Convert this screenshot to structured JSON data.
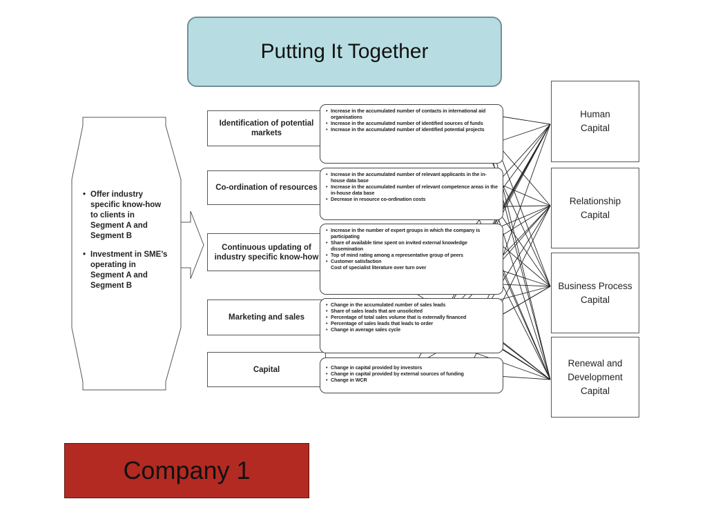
{
  "title": "Putting It Together",
  "company_label": "Company 1",
  "left_panel": {
    "bullets": [
      "Offer industry specific know-how to clients in Segment A and Segment B",
      "Investment in SME’s operating in Segment A and Segment B"
    ]
  },
  "activities": [
    "Identification of potential markets",
    "Co-ordination of resources",
    "Continuous updating of industry specific know-how",
    "Marketing and sales",
    "Capital"
  ],
  "indicator_groups": [
    {
      "items": [
        "Increase in the accumulated number of contacts in international aid organisations",
        "Increase in the accumulated number of identified sources of funds",
        "Increase in the accumulated number of identified potential projects"
      ]
    },
    {
      "items": [
        "Increase in the accumulated number of relevant applicants in the in-house data base",
        "Increase in the accumulated number of relevant competence areas in the in-house data base",
        "Decrease in resource co-ordination costs"
      ]
    },
    {
      "items": [
        "Increase in the number of expert groups in which the company is participating",
        "Share of available time spent on invited external knowledge dissemination",
        "Top of mind rating among a representative group of peers",
        "Customer satisfaction",
        "Cost of specialist literature over turn over"
      ]
    },
    {
      "items": [
        "Change in the accumulated number of sales leads",
        "Share of sales leads that are unsolicited",
        "Percentage of total sales volume that is externally financed",
        "Percentage of sales leads that leads to order",
        "Change in average sales cycle"
      ]
    },
    {
      "items": [
        "Change in capital provided by investors",
        "Change in capital provided by external sources of funding",
        "Change in WCR"
      ]
    }
  ],
  "capitals": [
    "Human\nCapital",
    "Relationship\nCapital",
    "Business Process\nCapital",
    "Renewal and\nDevelopment\nCapital"
  ],
  "colors": {
    "title_fill": "#b7dde2",
    "company_fill": "#b22a22"
  }
}
